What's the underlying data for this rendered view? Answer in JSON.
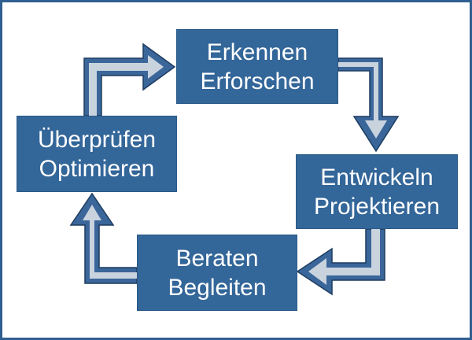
{
  "diagram": {
    "colors": {
      "box_fill": "#336699",
      "arrow_dark": "#3a669a",
      "arrow_light": "#c9d3de",
      "frame": "#2f5f91"
    },
    "steps": [
      {
        "line1": "Erkennen",
        "line2": "Erforschen"
      },
      {
        "line1": "Entwickeln",
        "line2": "Projektieren"
      },
      {
        "line1": "Beraten",
        "line2": "Begleiten"
      },
      {
        "line1": "Überprüfen",
        "line2": "Optimieren"
      }
    ]
  }
}
